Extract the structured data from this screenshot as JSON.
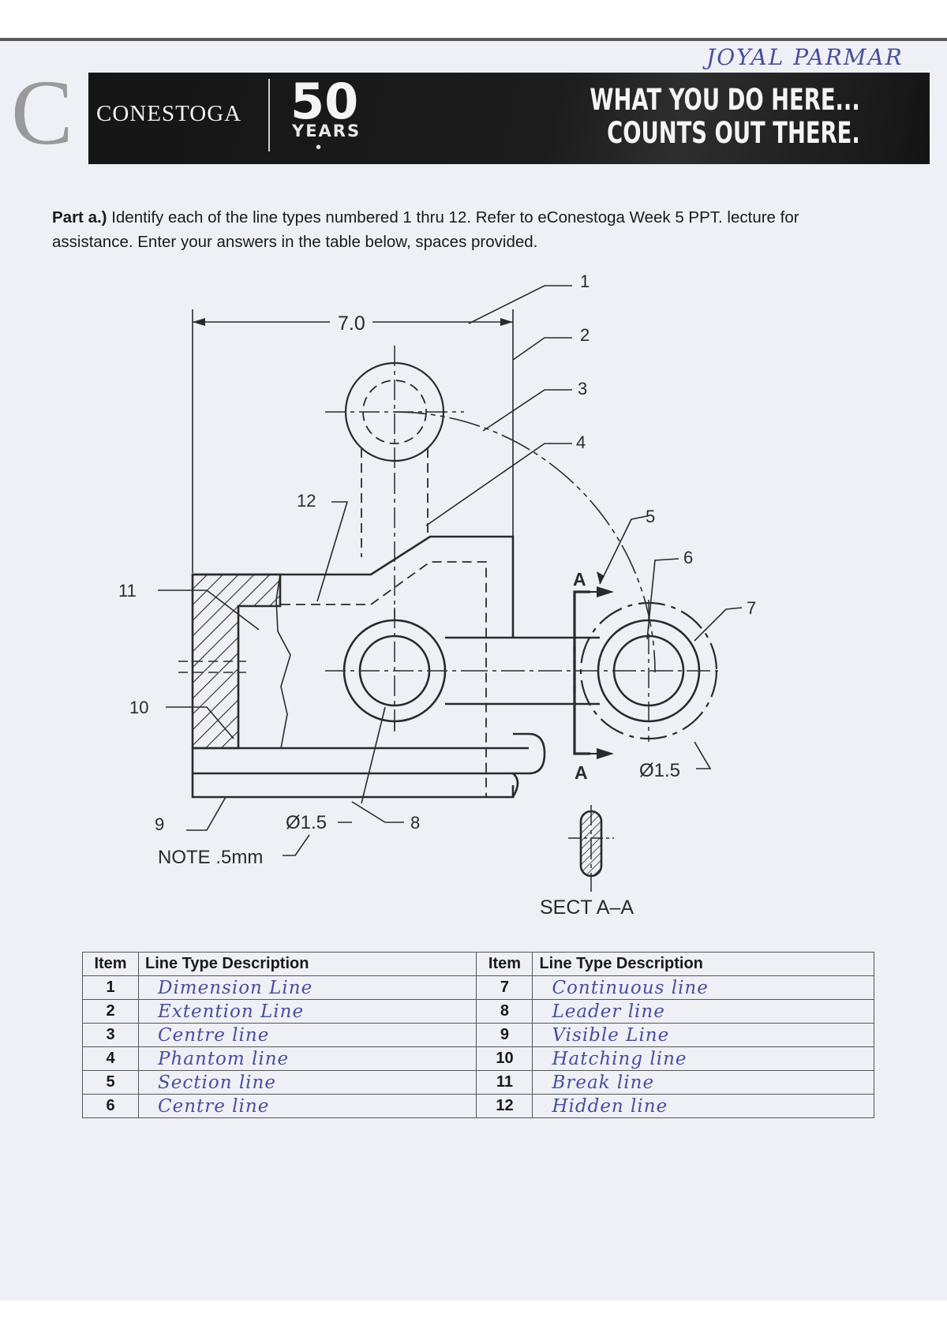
{
  "header": {
    "author": "JOYAL PARMAR",
    "brand": "CONESTOGA",
    "anniversary_number": "50",
    "anniversary_word": "YEARS",
    "slogan_line1": "WHAT YOU DO HERE...",
    "slogan_line2": "COUNTS OUT THERE."
  },
  "instructions": {
    "label": "Part a.)",
    "text": "Identify each of the line types numbered 1 thru 12. Refer to eConestoga Week 5 PPT. lecture for assistance. Enter your answers in the table below, spaces provided."
  },
  "drawing": {
    "dimension_text": "7.0",
    "diameter_small": "Ø1.5",
    "diameter_right": "Ø1.5",
    "note": "NOTE .5mm",
    "section_letter_top": "A",
    "section_letter_bottom": "A",
    "section_title": "SECT A–A",
    "callouts": [
      "1",
      "2",
      "3",
      "4",
      "5",
      "6",
      "7",
      "8",
      "9",
      "10",
      "11",
      "12"
    ]
  },
  "table": {
    "headers": {
      "item": "Item",
      "description": "Line Type Description"
    },
    "rows": [
      {
        "left_item": "1",
        "left_answer": "Dimension Line",
        "right_item": "7",
        "right_answer": "Continuous line"
      },
      {
        "left_item": "2",
        "left_answer": "Extention Line",
        "right_item": "8",
        "right_answer": "Leader line"
      },
      {
        "left_item": "3",
        "left_answer": "Centre line",
        "right_item": "9",
        "right_answer": "Visible Line"
      },
      {
        "left_item": "4",
        "left_answer": "Phantom line",
        "right_item": "10",
        "right_answer": "Hatching line"
      },
      {
        "left_item": "5",
        "left_answer": "Section line",
        "right_item": "11",
        "right_answer": "Break line"
      },
      {
        "left_item": "6",
        "left_answer": "Centre line",
        "right_item": "12",
        "right_answer": "Hidden line"
      }
    ]
  }
}
